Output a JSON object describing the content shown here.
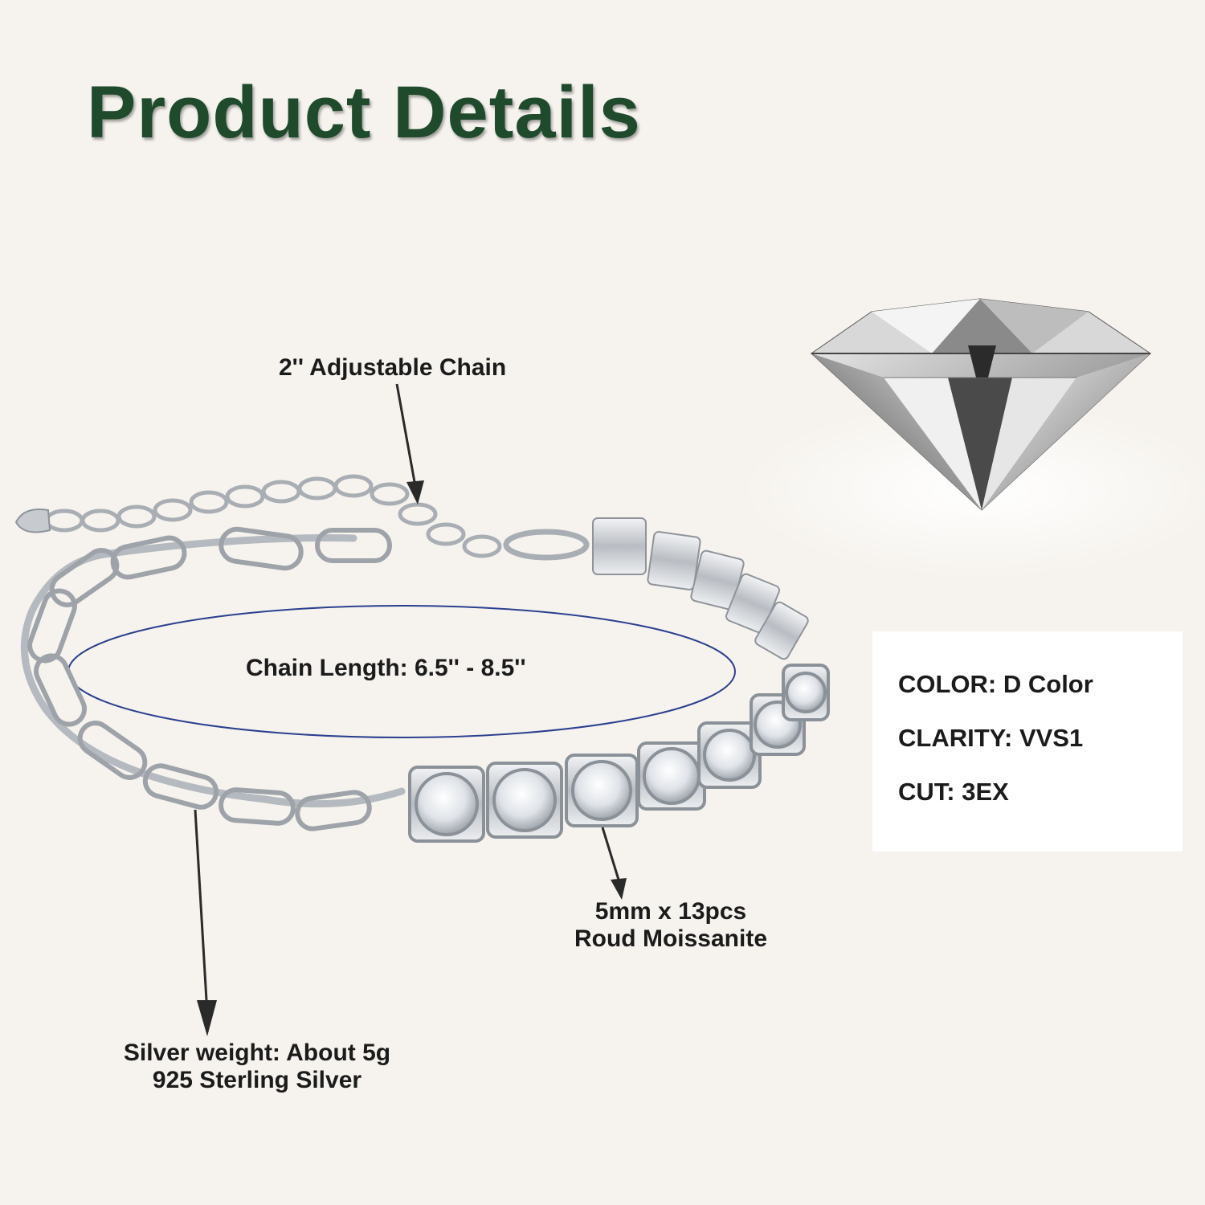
{
  "title": "Product Details",
  "callouts": {
    "adjustable_chain": "2'' Adjustable Chain",
    "chain_length": "Chain Length: 6.5'' - 8.5''",
    "stones_line1": "5mm x 13pcs",
    "stones_line2": "Roud Moissanite",
    "silver_line1": "Silver weight: About 5g",
    "silver_line2": "925 Sterling Silver"
  },
  "specs": {
    "color": "COLOR: D Color",
    "clarity": "CLARITY: VVS1",
    "cut": "CUT: 3EX"
  },
  "colors": {
    "background": "#f6f3ee",
    "title": "#1f4a2c",
    "ellipse": "#2b3f8f",
    "silver": "#c9cdd2"
  },
  "icons": {
    "diamond": "round-brilliant-diamond",
    "bracelet": "silver-bracelet-with-moissanite-stones"
  }
}
